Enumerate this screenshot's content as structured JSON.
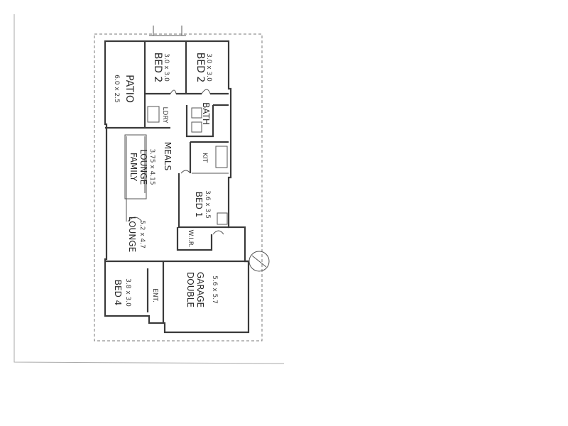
{
  "rooms": {
    "patio": {
      "name": "PATIO",
      "size": "6.0 x 2.5"
    },
    "bed2a": {
      "name": "BED 2",
      "size": "3.0 x 3.0"
    },
    "bed2b": {
      "name": "BED 2",
      "size": "3.0 x 3.0"
    },
    "ldry": {
      "name": "LDRY"
    },
    "bath": {
      "name": "BATH"
    },
    "meals": {
      "name": "MEALS"
    },
    "kit": {
      "name": "KIT"
    },
    "family": {
      "name": "FAMILY",
      "name2": "LOUNGE",
      "size": "3.75 x 4.15"
    },
    "bed1": {
      "name": "BED 1",
      "size": "3.6 x 3.5"
    },
    "wir": {
      "name": "W.I.R."
    },
    "lounge": {
      "name": "LOUNGE",
      "size": "5.2 x 4.7"
    },
    "garage": {
      "name": "DOUBLE",
      "name2": "GARAGE",
      "size": "5.6 x 5.7"
    },
    "ent": {
      "name": "ENT."
    },
    "bed4": {
      "name": "BED 4",
      "size": "3.8 x 3.0"
    }
  }
}
